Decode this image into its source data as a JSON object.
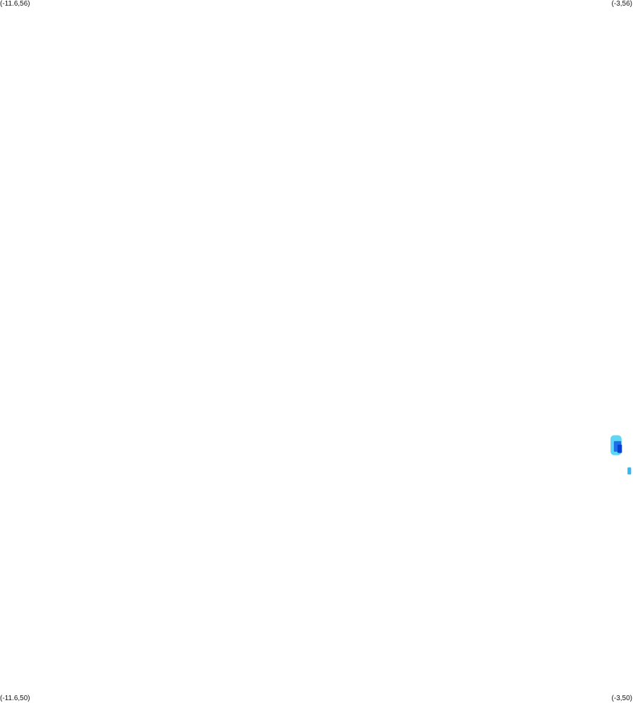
{
  "corners": {
    "top_left": "(-11.6,56)",
    "top_right": "(-3,56)",
    "bottom_left": "(-11.6,50)",
    "bottom_right": "(-3,50)"
  },
  "extent": {
    "lon_min": -11.6,
    "lon_max": -3,
    "lat_min": 50,
    "lat_max": 56
  },
  "colors": {
    "background": "#ffffff",
    "light_cyan": "#5fd6f5",
    "mid_cyan": "#33b8f0",
    "blue": "#1f6fe8",
    "deep_blue": "#0a3fd4"
  },
  "cells": [
    {
      "name": "cell-a-halo",
      "lon": -3.23,
      "lat": 52.2,
      "w": 0.15,
      "h": 0.17,
      "color": "light_cyan"
    },
    {
      "name": "cell-a-core",
      "lon": -3.21,
      "lat": 52.19,
      "w": 0.1,
      "h": 0.09,
      "color": "blue"
    },
    {
      "name": "cell-a-deep",
      "lon": -3.18,
      "lat": 52.17,
      "w": 0.06,
      "h": 0.07,
      "color": "deep_blue"
    },
    {
      "name": "cell-b",
      "lon": -3.05,
      "lat": 51.98,
      "w": 0.05,
      "h": 0.06,
      "color": "mid_cyan"
    }
  ]
}
